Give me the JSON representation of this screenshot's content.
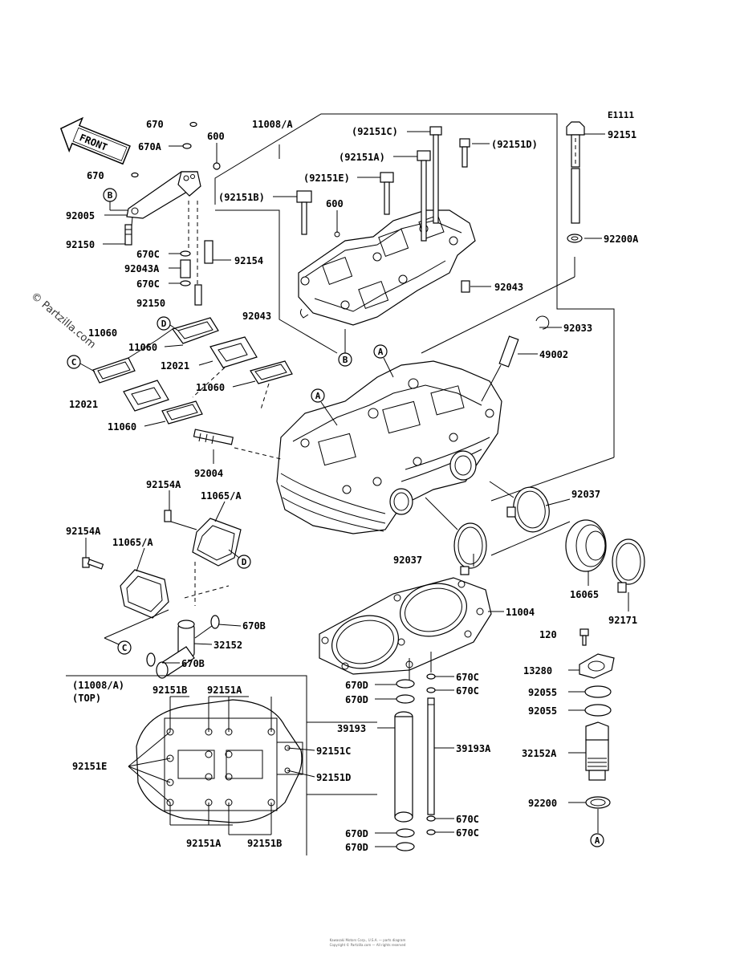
{
  "diagram_code": "E1111",
  "watermark": "© Partzilla.com",
  "front_arrow": "FRONT",
  "inset_title": "(11008/A)",
  "inset_subtitle": "(TOP)",
  "footer_line1": "Kawasaki Motors Corp., U.S.A. — parts diagram",
  "footer_line2": "Copyright © Partzilla.com — All rights reserved",
  "callout_letters": [
    "A",
    "B",
    "C",
    "D"
  ],
  "labels": {
    "l670_a": "670",
    "l670A": "670A",
    "l600_a": "600",
    "l670_b": "670",
    "l92005": "92005",
    "l92150_a": "92150",
    "l670C_a": "670C",
    "l92043A": "92043A",
    "l670C_b": "670C",
    "l92154": "92154",
    "l92150_b": "92150",
    "l11008A": "11008/A",
    "l92151C_p": "(92151C)",
    "l92151A_p": "(92151A)",
    "l92151D_p": "(92151D)",
    "l92151E_p": "(92151E)",
    "l92151B_p": "(92151B)",
    "l600_b": "600",
    "l92043_a": "92043",
    "l92043_b": "92043",
    "l92151": "92151",
    "l92200A": "92200A",
    "l92033": "92033",
    "l49002": "49002",
    "l11060_a": "11060",
    "l11060_b": "11060",
    "l12021_a": "12021",
    "l11060_c": "11060",
    "l12021_b": "12021",
    "l11060_d": "11060",
    "l92004": "92004",
    "l92154A_a": "92154A",
    "l11065A_a": "11065/A",
    "l92154A_b": "92154A",
    "l11065A_b": "11065/A",
    "l92037_a": "92037",
    "l92037_b": "92037",
    "l16065": "16065",
    "l92171": "92171",
    "l11004": "11004",
    "l670B_a": "670B",
    "l32152": "32152",
    "l670B_b": "670B",
    "l120": "120",
    "l13280": "13280",
    "l92055_a": "92055",
    "l92055_b": "92055",
    "l32152A": "32152A",
    "l92200": "92200",
    "l670C_c": "670C",
    "l670C_d": "670C",
    "l670D_a": "670D",
    "l670D_b": "670D",
    "l39193": "39193",
    "l39193A": "39193A",
    "l670C_e": "670C",
    "l670C_f": "670C",
    "l670D_c": "670D",
    "l670D_d": "670D",
    "i92151B_t": "92151B",
    "i92151A_t": "92151A",
    "i92151E": "92151E",
    "i92151C": "92151C",
    "i92151D": "92151D",
    "i92151A_b": "92151A",
    "i92151B_b": "92151B"
  }
}
